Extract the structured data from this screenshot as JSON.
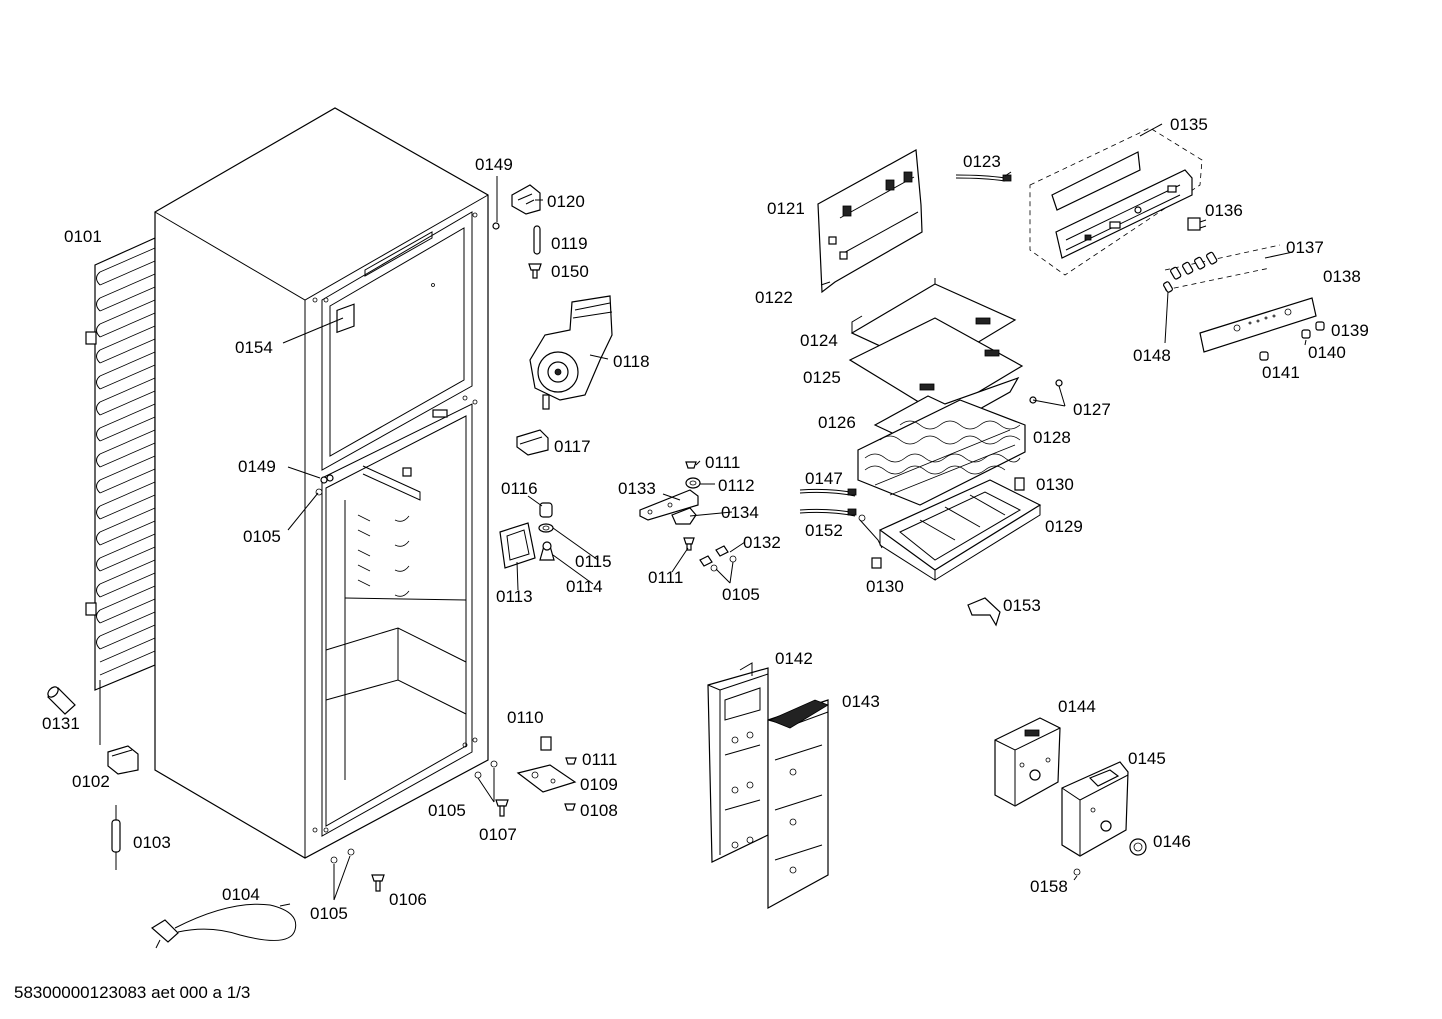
{
  "footer": {
    "text": "58300000123083 aet 000 a 1/3"
  },
  "labels": {
    "p0101": "0101",
    "p0102": "0102",
    "p0103": "0103",
    "p0104": "0104",
    "p0105": "0105",
    "p0106": "0106",
    "p0107": "0107",
    "p0108": "0108",
    "p0109": "0109",
    "p0110": "0110",
    "p0111": "0111",
    "p0112": "0112",
    "p0113": "0113",
    "p0114": "0114",
    "p0115": "0115",
    "p0116": "0116",
    "p0117": "0117",
    "p0118": "0118",
    "p0119": "0119",
    "p0120": "0120",
    "p0121": "0121",
    "p0122": "0122",
    "p0123": "0123",
    "p0124": "0124",
    "p0125": "0125",
    "p0126": "0126",
    "p0127": "0127",
    "p0128": "0128",
    "p0129": "0129",
    "p0130": "0130",
    "p0131": "0131",
    "p0132": "0132",
    "p0133": "0133",
    "p0134": "0134",
    "p0135": "0135",
    "p0136": "0136",
    "p0137": "0137",
    "p0138": "0138",
    "p0139": "0139",
    "p0140": "0140",
    "p0141": "0141",
    "p0142": "0142",
    "p0143": "0143",
    "p0144": "0144",
    "p0145": "0145",
    "p0146": "0146",
    "p0147": "0147",
    "p0148": "0148",
    "p0149": "0149",
    "p0150": "0150",
    "p0152": "0152",
    "p0153": "0153",
    "p0154": "0154",
    "p0158": "0158"
  }
}
